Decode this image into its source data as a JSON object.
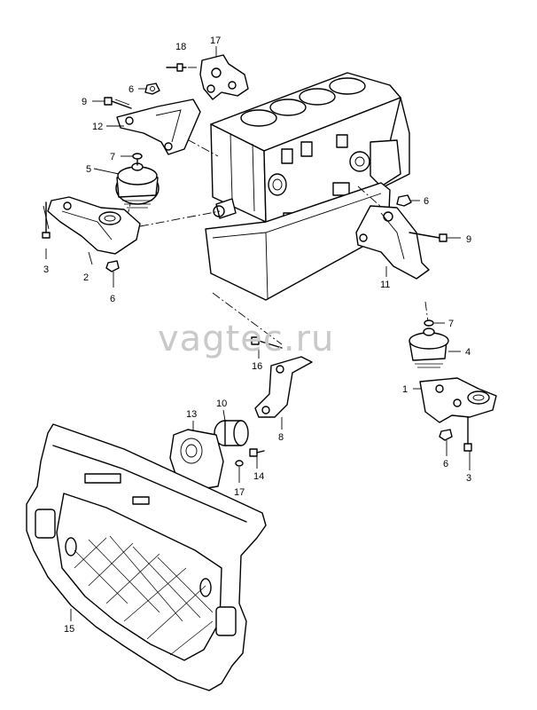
{
  "watermark": "vagtec.ru",
  "callouts": {
    "c1": "1",
    "c2": "2",
    "c3a": "3",
    "c3b": "3",
    "c4": "4",
    "c5": "5",
    "c6a": "6",
    "c6b": "6",
    "c6c": "6",
    "c6d": "6",
    "c7a": "7",
    "c7b": "7",
    "c8": "8",
    "c9a": "9",
    "c9b": "9",
    "c10": "10",
    "c11": "11",
    "c12": "12",
    "c13": "13",
    "c14": "14",
    "c15": "15",
    "c16": "16",
    "c17a": "17",
    "c17b": "17",
    "c18": "18"
  },
  "colors": {
    "line": "#000000",
    "background": "#ffffff",
    "watermark": "#c9c9c9"
  }
}
